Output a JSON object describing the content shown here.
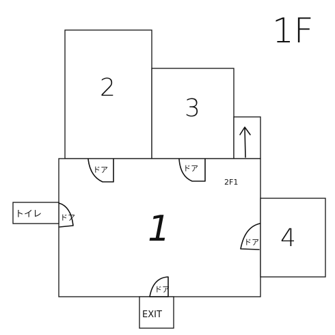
{
  "floor_label": "1F",
  "rooms": {
    "r1": "1",
    "r2": "2",
    "r3": "3",
    "r4": "4"
  },
  "stairs_label": "2F1",
  "toilet_label": "トイレ",
  "exit_label": "EXIT",
  "door_label": "ドア"
}
